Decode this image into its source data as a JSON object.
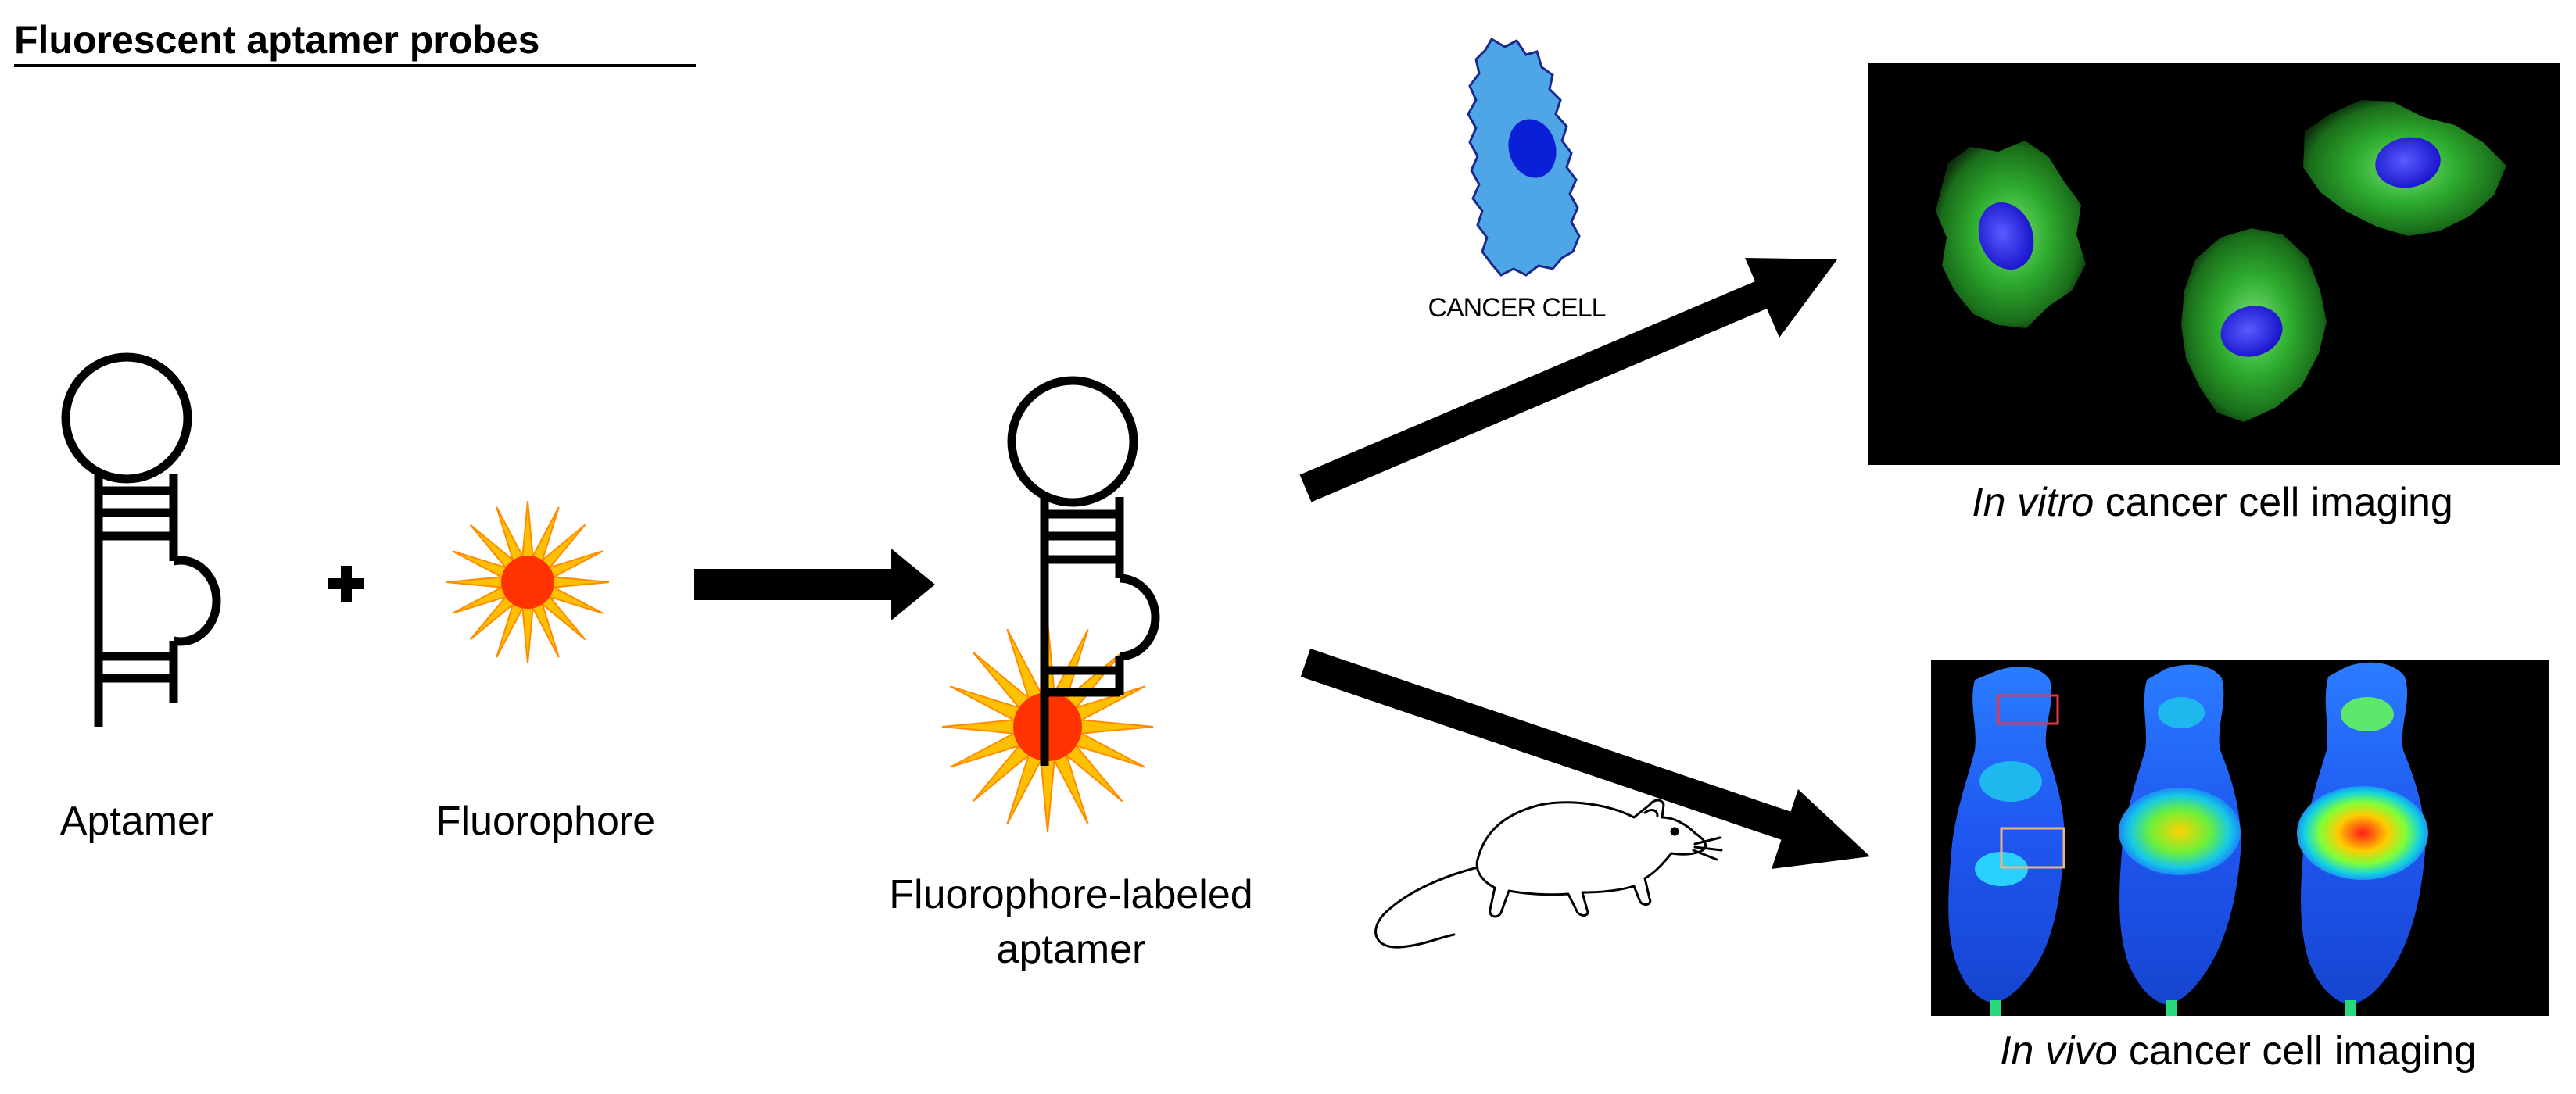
{
  "title": "Fluorescent aptamer probes",
  "labels": {
    "aptamer": "Aptamer",
    "plus": "+",
    "fluorophore": "Fluorophore",
    "labeled_line1": "Fluorophore-labeled",
    "labeled_line2": "aptamer",
    "cancer_cell": "CANCER CELL",
    "in_vitro_italic": "In vitro",
    "in_vitro_rest": " cancer cell imaging",
    "in_vivo_italic": "In vivo",
    "in_vivo_rest": " cancer cell imaging"
  },
  "colors": {
    "ink": "#000000",
    "star_outer": "#ffc000",
    "star_edge": "#ff8c00",
    "star_core": "#ff3300",
    "cell_fill": "#4fa6e6",
    "cell_nucleus": "#0b1fd6",
    "microscopy_bg": "#000000",
    "cytoplasm": "#2fae2f",
    "thermal_bg": "#000000"
  },
  "icons": [
    "aptamer-hairpin-icon",
    "fluorophore-star-icon",
    "cancer-cell-icon",
    "mouse-icon",
    "arrow-icon"
  ]
}
